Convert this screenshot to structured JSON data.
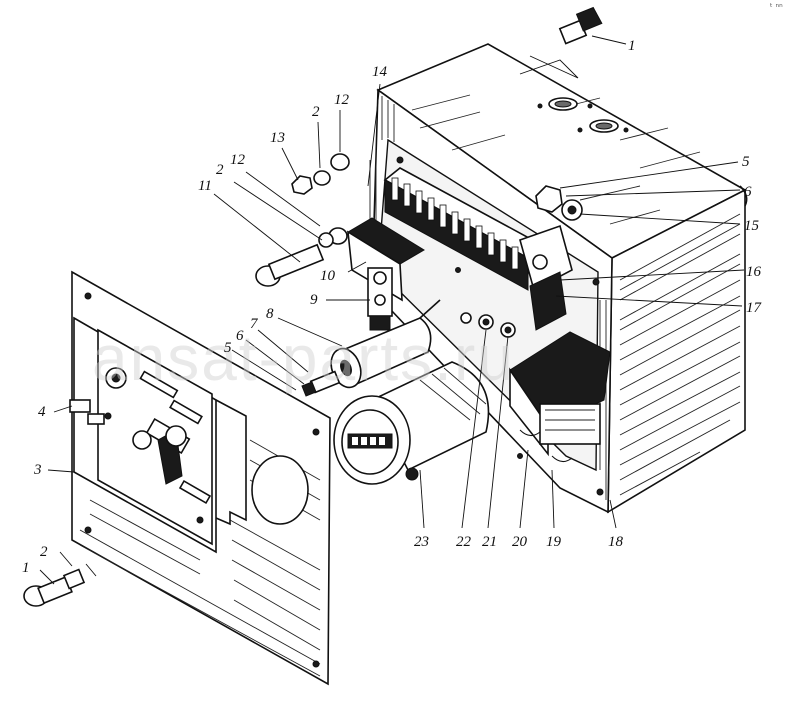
{
  "watermark": "ansat-parts.ru",
  "corner_mark": "ᵗ ⁿⁿ",
  "callouts": [
    {
      "id": "c1a",
      "text": "1"
    },
    {
      "id": "c1b",
      "text": "1"
    },
    {
      "id": "c2a",
      "text": "2"
    },
    {
      "id": "c2b",
      "text": "2"
    },
    {
      "id": "c2c",
      "text": "2"
    },
    {
      "id": "c3",
      "text": "3"
    },
    {
      "id": "c4",
      "text": "4"
    },
    {
      "id": "c5a",
      "text": "5"
    },
    {
      "id": "c5b",
      "text": "5"
    },
    {
      "id": "c6a",
      "text": "6"
    },
    {
      "id": "c6b",
      "text": "6"
    },
    {
      "id": "c7",
      "text": "7"
    },
    {
      "id": "c8",
      "text": "8"
    },
    {
      "id": "c9",
      "text": "9"
    },
    {
      "id": "c10",
      "text": "10"
    },
    {
      "id": "c11",
      "text": "11"
    },
    {
      "id": "c12a",
      "text": "12"
    },
    {
      "id": "c12b",
      "text": "12"
    },
    {
      "id": "c13",
      "text": "13"
    },
    {
      "id": "c14",
      "text": "14"
    },
    {
      "id": "c15",
      "text": "15"
    },
    {
      "id": "c16",
      "text": "16"
    },
    {
      "id": "c17",
      "text": "17"
    },
    {
      "id": "c18",
      "text": "18"
    },
    {
      "id": "c19",
      "text": "19"
    },
    {
      "id": "c20",
      "text": "20"
    },
    {
      "id": "c21",
      "text": "21"
    },
    {
      "id": "c22",
      "text": "22"
    },
    {
      "id": "c23",
      "text": "23"
    }
  ]
}
